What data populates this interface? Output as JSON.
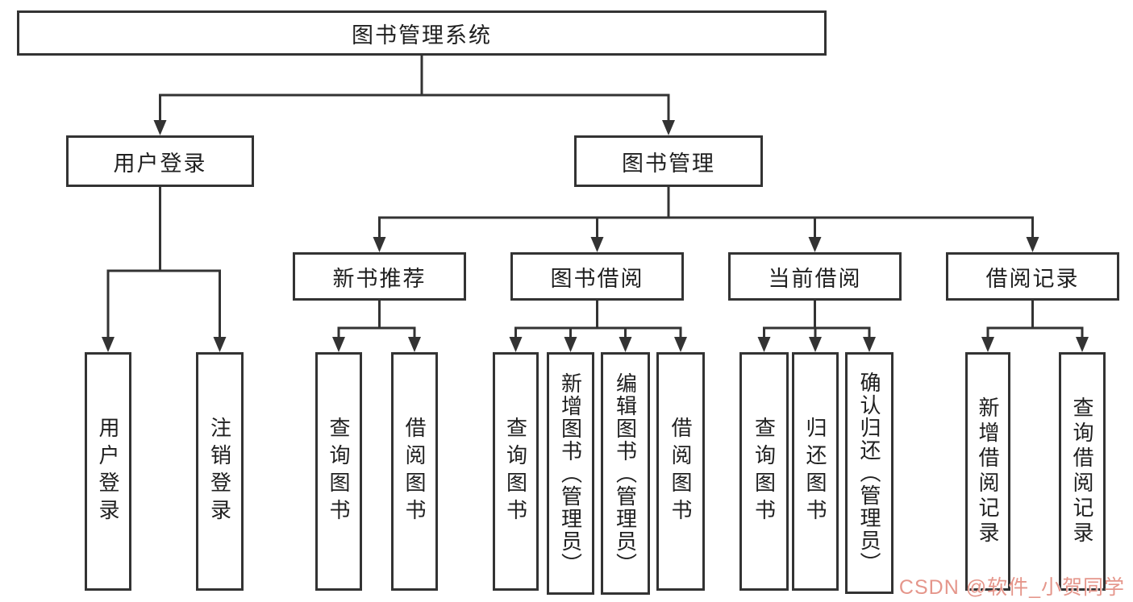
{
  "colors": {
    "line": "#333333",
    "text": "#1f1f1f",
    "watermark": "#e5968b",
    "background": "#ffffff"
  },
  "watermark": {
    "text": "CSDN @软件_小贺同学"
  },
  "tree": {
    "root": {
      "label": "图书管理系统",
      "children": [
        {
          "label": "用户登录",
          "children": [
            {
              "label": "用户登录"
            },
            {
              "label": "注销登录"
            }
          ]
        },
        {
          "label": "图书管理",
          "children": [
            {
              "label": "新书推荐",
              "children": [
                {
                  "label": "查询图书"
                },
                {
                  "label": "借阅图书"
                }
              ]
            },
            {
              "label": "图书借阅",
              "children": [
                {
                  "label": "查询图书"
                },
                {
                  "label": "新增图书（管理员）"
                },
                {
                  "label": "编辑图书（管理员）"
                },
                {
                  "label": "借阅图书"
                }
              ]
            },
            {
              "label": "当前借阅",
              "children": [
                {
                  "label": "查询图书"
                },
                {
                  "label": "归还图书"
                },
                {
                  "label": "确认归还（管理员）"
                }
              ]
            },
            {
              "label": "借阅记录",
              "children": [
                {
                  "label": "新增借阅记录"
                },
                {
                  "label": "查询借阅记录"
                }
              ]
            }
          ]
        }
      ]
    }
  }
}
